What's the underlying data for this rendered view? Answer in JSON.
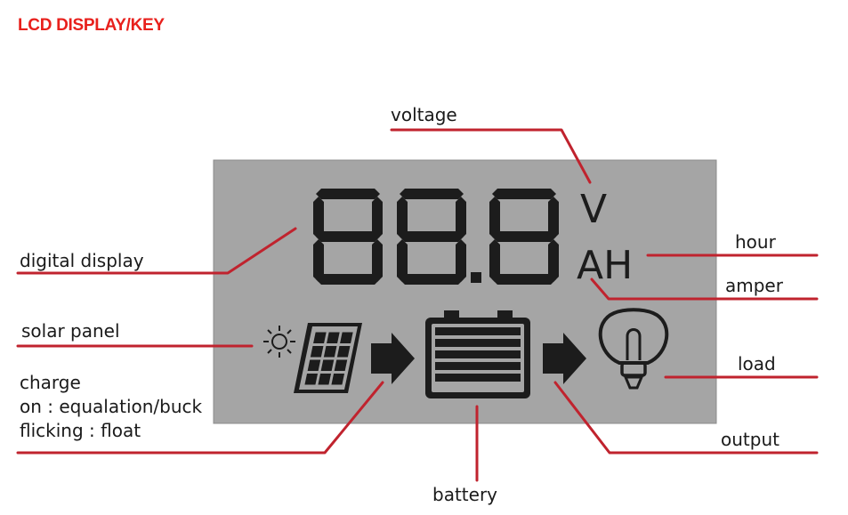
{
  "title": "LCD DISPLAY/KEY",
  "colors": {
    "title": "#e8201c",
    "leader_line": "#c0232e",
    "lcd_background": "#a5a5a5",
    "lcd_segment": "#1c1c1c",
    "label_text": "#1a1a1a"
  },
  "lcd": {
    "digits": "88.8",
    "unit_top": "V",
    "unit_bottom": "AH"
  },
  "icons": [
    "sun-icon",
    "solar-panel-icon",
    "arrow-right-icon",
    "battery-icon",
    "arrow-right-icon",
    "light-bulb-icon"
  ],
  "labels": {
    "voltage": "voltage",
    "digital_display": "digital display",
    "hour": "hour",
    "amper": "amper",
    "solar_panel": "solar panel",
    "load": "load",
    "charge_line1": "charge",
    "charge_line2": "on : equalation/buck",
    "charge_line3": "flicking : float",
    "output": "output",
    "battery": "battery"
  }
}
